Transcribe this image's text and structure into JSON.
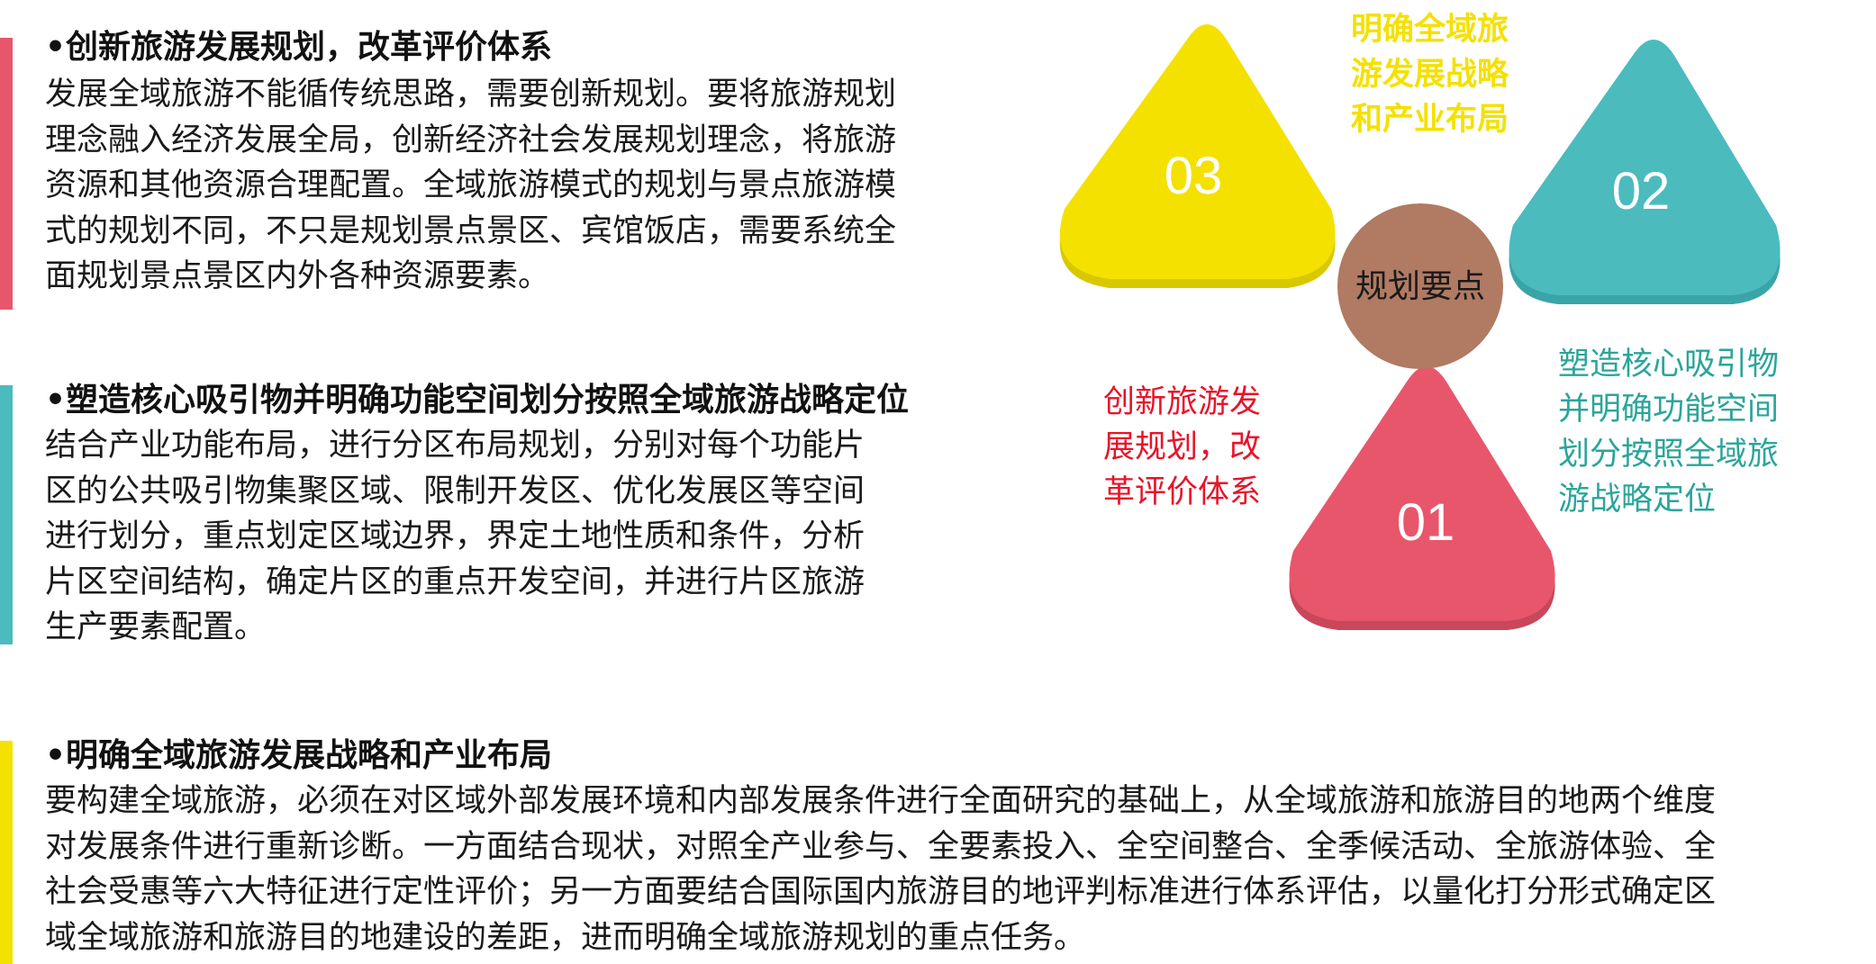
{
  "sections": [
    {
      "title": "•创新旅游发展规划，改革评价体系",
      "lines": [
        "发展全域旅游不能循传统思路，需要创新规划。要将旅游规划",
        "理念融入经济发展全局，创新经济社会发展规划理念，将旅游",
        "资源和其他资源合理配置。全域旅游模式的规划与景点旅游模",
        "式的规划不同，不只是规划景点景区、宾馆饭店，需要系统全",
        "面规划景点景区内外各种资源要素。"
      ],
      "color": "#E8566B"
    },
    {
      "title": "•塑造核心吸引物并明确功能空间划分按照全域旅游战略定位",
      "lines": [
        "结合产业功能布局，进行分区布局规划，分别对每个功能片",
        "区的公共吸引物集聚区域、限制开发区、优化发展区等空间",
        "进行划分，重点划定区域边界，界定土地性质和条件，分析",
        "片区空间结构，确定片区的重点开发空间，并进行片区旅游",
        "生产要素配置。"
      ],
      "color": "#4BBBBE"
    },
    {
      "title": "•明确全域旅游发展战略和产业布局",
      "lines": [
        "要构建全域旅游，必须在对区域外部发展环境和内部发展条件进行全面研究的基础上，从全域旅游和旅游目的地两个维度",
        "对发展条件进行重新诊断。一方面结合现状，对照全产业参与、全要素投入、全空间整合、全季候活动、全旅游体验、全",
        "社会受惠等六大特征进行定性评价；另一方面要结合国际国内旅游目的地评判标准进行体系评估，以量化打分形式确定区",
        "域全域旅游和旅游目的地建设的差距，进而明确全域旅游规划的重点任务。"
      ],
      "color": "#F4E100"
    }
  ],
  "diagram": {
    "center": "规划要点",
    "center_color": "#B07A63",
    "petals": [
      {
        "number": "01",
        "color": "#E8566B",
        "label_lines": [
          "创新旅游发",
          "展规划，改",
          "革评价体系"
        ],
        "label_color": "#E8142A"
      },
      {
        "number": "02",
        "color": "#4BBBBE",
        "label_lines": [
          "塑造核心吸引物",
          "并明确功能空间",
          "划分按照全域旅",
          "游战略定位"
        ],
        "label_color": "#2BA59A"
      },
      {
        "number": "03",
        "color": "#F4E100",
        "label_lines": [
          "明确全域旅",
          "游发展战略",
          "和产业布局"
        ],
        "label_color": "#F4E100"
      }
    ]
  }
}
